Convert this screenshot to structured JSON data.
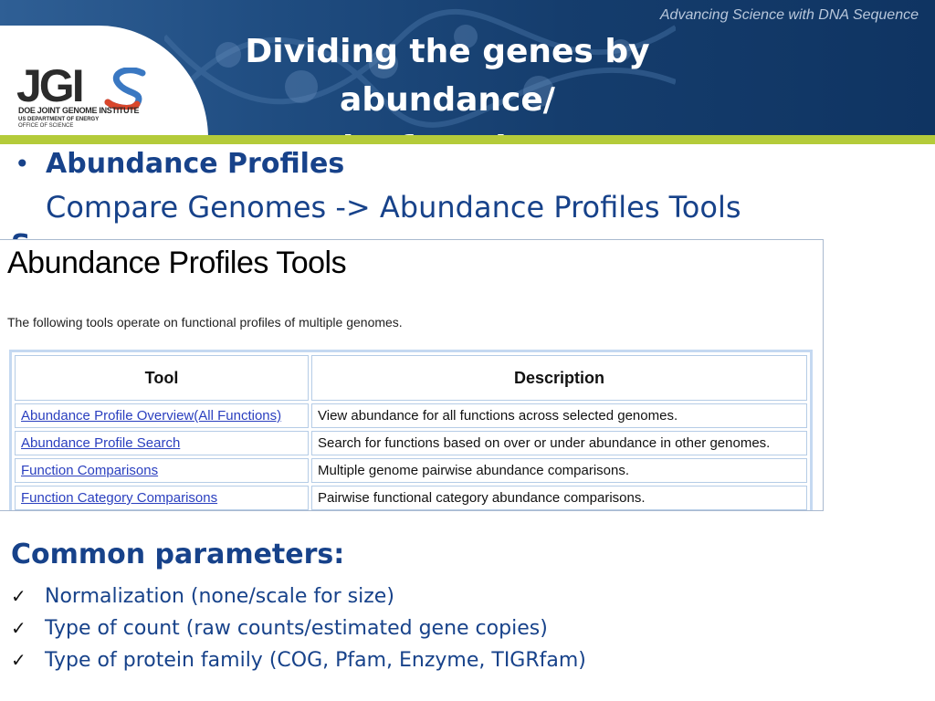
{
  "header": {
    "tagline": "Advancing Science with DNA Sequence",
    "title_line1": "Dividing the genes by abundance/",
    "title_line2": "by function"
  },
  "logo": {
    "wordmark": "JGI",
    "line1": "DOE JOINT GENOME INSTITUTE",
    "line2": "US DEPARTMENT OF ENERGY",
    "line3": "OFFICE OF SCIENCE"
  },
  "bullet": {
    "heading": "Abundance Profiles",
    "path": "Compare Genomes -> Abundance Profiles Tools"
  },
  "screenshot": {
    "title": "Abundance Profiles Tools",
    "intro": "The following tools operate on functional profiles of multiple genomes.",
    "columns": [
      "Tool",
      "Description"
    ],
    "rows": [
      {
        "tool": "Abundance Profile Overview(All Functions)",
        "description": "View abundance for all functions across selected genomes."
      },
      {
        "tool": "Abundance Profile Search",
        "description": "Search for functions based on over or under abundance in other genomes."
      },
      {
        "tool": "Function Comparisons",
        "description": "Multiple genome pairwise abundance comparisons."
      },
      {
        "tool": "Function Category Comparisons",
        "description": "Pairwise functional category abundance comparisons."
      }
    ]
  },
  "common": {
    "heading": "Common parameters:",
    "items": [
      "Normalization (none/scale for size)",
      "Type of count (raw counts/estimated gene copies)",
      "Type of protein family (COG, Pfam, Enzyme, TIGRfam)"
    ]
  },
  "colors": {
    "header_blue": "#1f4c80",
    "accent_green": "#b4cb3a",
    "text_blue": "#17428a",
    "link_blue": "#2a3fbf"
  }
}
